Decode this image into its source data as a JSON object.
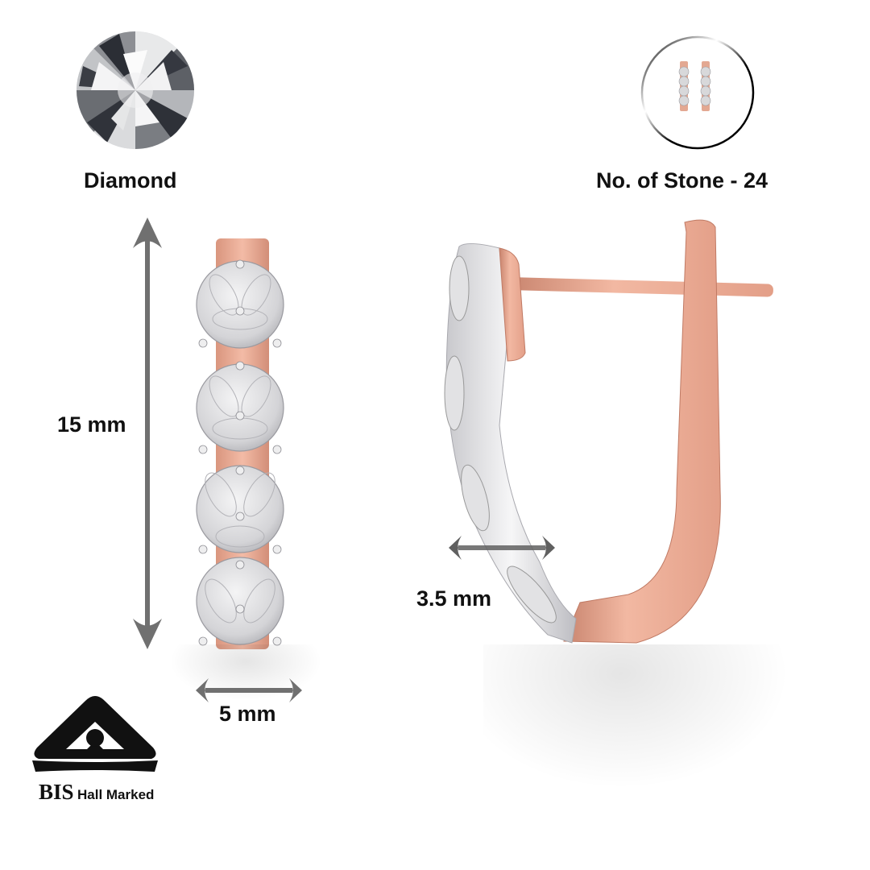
{
  "info": {
    "stone_type_label": "Diamond",
    "stone_count_label": "No. of Stone - 24"
  },
  "dimensions": {
    "height": "15 mm",
    "width": "5 mm",
    "thickness": "3.5 mm"
  },
  "certification": {
    "bis": "BIS",
    "hallmark": "Hall Marked"
  },
  "icons": {
    "diamond": "diamond-icon",
    "earring_thumbnail": "earring-thumbnail-icon",
    "bis_logo": "bis-logo-icon"
  },
  "colors": {
    "rose_gold": "#e9a790",
    "rose_gold_dark": "#c98670",
    "white_gold": "#e6e6e8",
    "arrow_gray": "#6f6f6f",
    "text": "#111111"
  }
}
